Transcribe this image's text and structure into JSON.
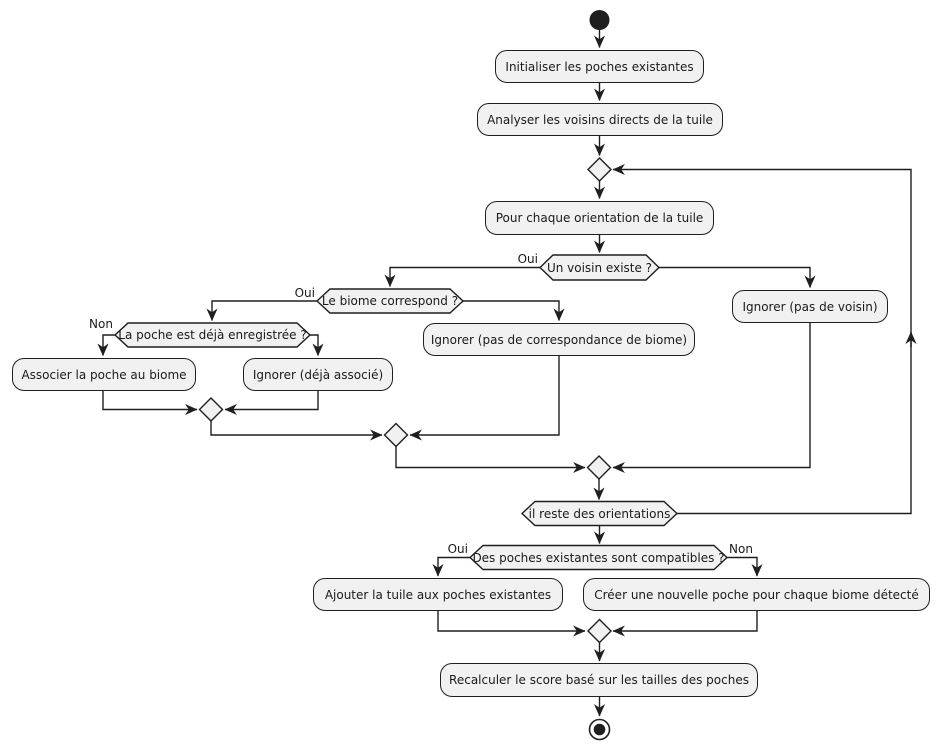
{
  "diagram": {
    "type": "activity-flowchart",
    "language": "fr",
    "colors": {
      "background": "#ffffff",
      "node_fill": "#f1f1f1",
      "stroke": "#1f1f1f"
    },
    "nodes": {
      "start": {
        "kind": "start"
      },
      "init": {
        "label": "Initialiser les poches existantes"
      },
      "analyser": {
        "label": "Analyser les voisins directs de la tuile"
      },
      "pour_chaque_orientation": {
        "label": "Pour chaque orientation de la tuile"
      },
      "un_voisin_existe": {
        "label": "Un voisin existe ?"
      },
      "le_biome_correspond": {
        "label": "Le biome correspond ?"
      },
      "poche_deja_enregistree": {
        "label": "La poche est déjà enregistrée ?"
      },
      "associer_poche": {
        "label": "Associer la poche au biome"
      },
      "ignorer_deja_associe": {
        "label": "Ignorer (déjà associé)"
      },
      "ignorer_pas_correspondance": {
        "label": "Ignorer (pas de correspondance de biome)"
      },
      "ignorer_pas_voisin": {
        "label": "Ignorer (pas de voisin)"
      },
      "il_reste_orientations": {
        "label": "il reste des orientations"
      },
      "poches_compatibles": {
        "label": "Des poches existantes sont compatibles ?"
      },
      "ajouter_tuile": {
        "label": "Ajouter la tuile aux poches existantes"
      },
      "creer_nouvelle_poche": {
        "label": "Créer une nouvelle poche pour chaque biome détecté"
      },
      "recalculer_score": {
        "label": "Recalculer le score basé sur les tailles des poches"
      },
      "end": {
        "kind": "end"
      }
    },
    "branch_labels": {
      "un_voisin_oui": "Oui",
      "biome_oui": "Oui",
      "poche_non": "Non",
      "compatibles_oui": "Oui",
      "compatibles_non": "Non"
    }
  }
}
